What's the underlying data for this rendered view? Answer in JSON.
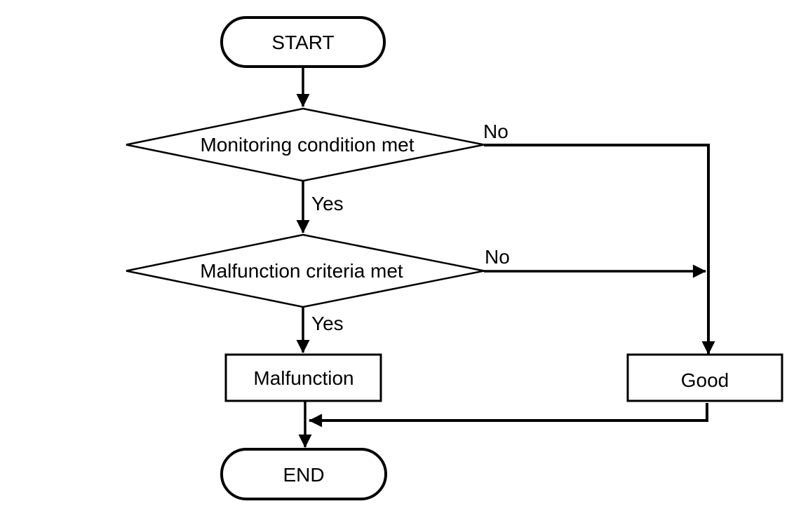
{
  "colors": {
    "background": "#ffffff",
    "line": "#000000",
    "text": "#000000"
  },
  "flowchart": {
    "nodes": {
      "start": {
        "label": "START",
        "shape": "terminator"
      },
      "monitoring": {
        "label": "Monitoring condition met",
        "shape": "decision"
      },
      "criteria": {
        "label": "Malfunction criteria met",
        "shape": "decision"
      },
      "malfunction": {
        "label": "Malfunction",
        "shape": "process"
      },
      "good": {
        "label": "Good",
        "shape": "process"
      },
      "end": {
        "label": "END",
        "shape": "terminator"
      }
    },
    "edges": {
      "monitoring_no": {
        "label": "No"
      },
      "monitoring_yes": {
        "label": "Yes"
      },
      "criteria_no": {
        "label": "No"
      },
      "criteria_yes": {
        "label": "Yes"
      }
    }
  }
}
